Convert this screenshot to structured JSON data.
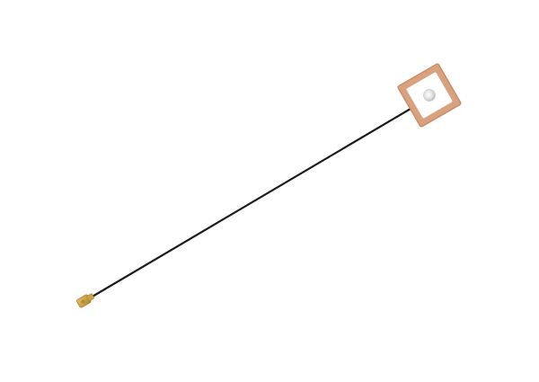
{
  "image": {
    "subject": "patch-antenna-with-coax-cable",
    "colors": {
      "background": "#ffffff",
      "cable": "#1c1c1c",
      "ceramic_patch": "#d9a27f",
      "ceramic_patch_edge": "#c98c66",
      "patch_top": "#ffffff",
      "feed_pin": "#d8d8d8",
      "connector_gold": "#c9a24a",
      "connector_gold_dark": "#a9802c"
    },
    "parts": [
      "ceramic-patch",
      "coax-cable",
      "ufl-connector"
    ]
  }
}
